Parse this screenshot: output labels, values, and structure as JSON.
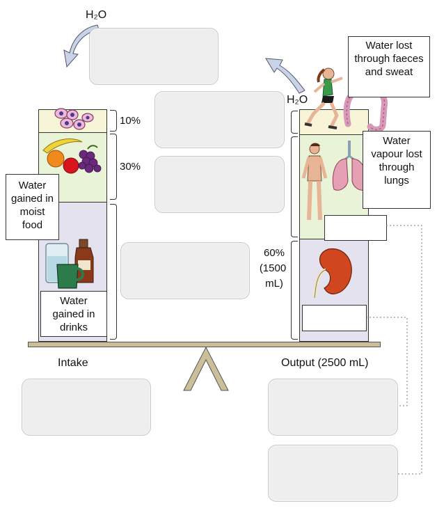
{
  "diagram": {
    "h2o_left": "H₂O",
    "h2o_right": "H₂O",
    "intake_label": "Intake",
    "output_label": "Output (2500 mL)",
    "intake_percents": {
      "top": "10%",
      "middle": "30%"
    },
    "output_percent": {
      "line1": "60%",
      "line2": "(1500",
      "line3": "mL)"
    },
    "callouts": {
      "moist_food": "Water gained in moist food",
      "drinks": "Water gained in drinks",
      "faeces_sweat": "Water lost through faeces and sweat",
      "lungs": "Water vapour lost through lungs"
    },
    "colors": {
      "intake_top": "#f7f4d8",
      "intake_middle": "#e8f3d8",
      "intake_bottom": "#e4e2ee",
      "output_top": "#f7f4d8",
      "output_middle": "#e8f3d8",
      "output_bottom": "#e4e2ee",
      "balance_beam": "#cbbf9a",
      "arrow_fill": "#c7d3e6"
    }
  }
}
